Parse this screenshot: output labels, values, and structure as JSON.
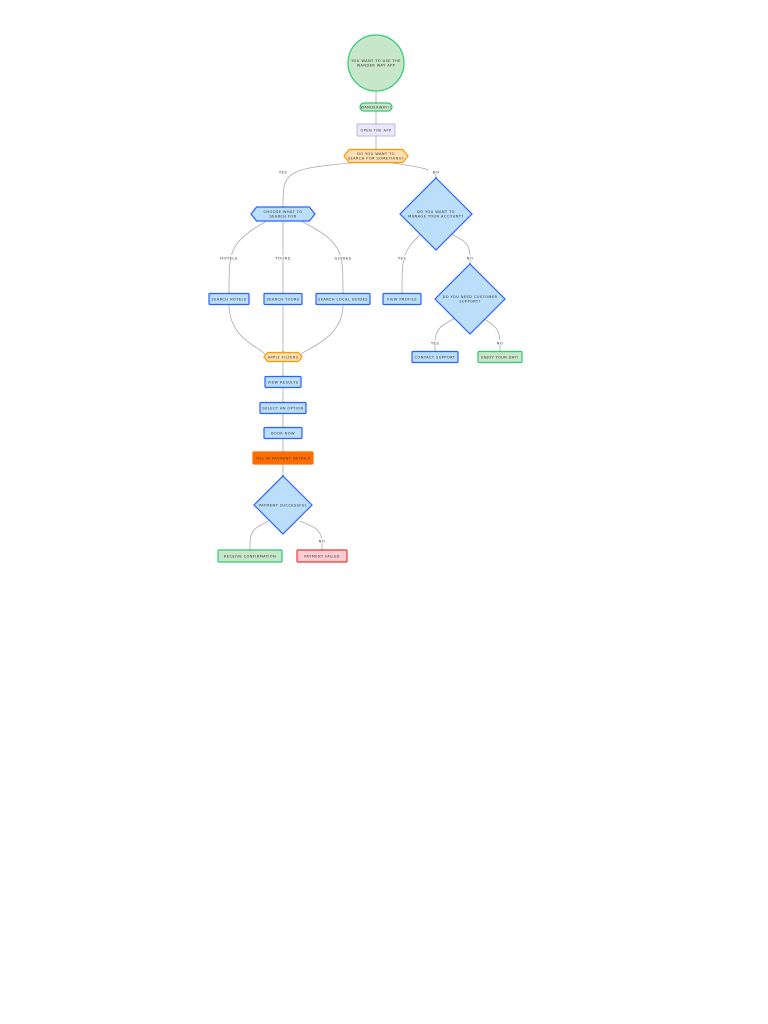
{
  "colors": {
    "green_fill": "#c8e6c9",
    "green_stroke": "#2ecc71",
    "lavender_fill": "#ece8fc",
    "lavender_stroke": "#c9c0f0",
    "orange_fill": "#ffe0b2",
    "orange_stroke": "#ff9800",
    "blue_fill": "#bbdefb",
    "blue_stroke": "#2962ff",
    "deep_orange": "#ff6d00",
    "red_fill": "#ffcdd2",
    "red_stroke": "#e53935",
    "edge": "#aaaaaa"
  },
  "nodes": {
    "start": {
      "lines": [
        "YOU WANT TO USE THE",
        "WANDER WAY APP"
      ],
      "shape": "circle"
    },
    "wanderway": {
      "lines": [
        "WANDERWAY!!"
      ],
      "shape": "pill"
    },
    "open": {
      "lines": [
        "OPEN THE APP"
      ],
      "shape": "rect"
    },
    "search_q": {
      "lines": [
        "DO YOU WANT TO",
        "SEARCH FOR SOMETHING?"
      ],
      "shape": "hexagon"
    },
    "choose": {
      "lines": [
        "CHOOSE WHAT TO",
        "SEARCH FOR"
      ],
      "shape": "hexagon"
    },
    "manage_q": {
      "lines": [
        "DO YOU WANT TO",
        "MANAGE YOUR ACCOUNT?"
      ],
      "shape": "diamond"
    },
    "hotels": {
      "lines": [
        "SEARCH HOTELS"
      ],
      "shape": "rect"
    },
    "tours": {
      "lines": [
        "SEARCH TOURS"
      ],
      "shape": "rect"
    },
    "guides": {
      "lines": [
        "SEARCH LOCAL GUIDES"
      ],
      "shape": "rect"
    },
    "profile": {
      "lines": [
        "VIEW PROFILE"
      ],
      "shape": "rect"
    },
    "support_q": {
      "lines": [
        "DO YOU NEED CUSTOMER",
        "SUPPORT?"
      ],
      "shape": "diamond"
    },
    "contact": {
      "lines": [
        "CONTACT SUPPORT"
      ],
      "shape": "rect"
    },
    "enjoy": {
      "lines": [
        "ENJOY YOUR DAY!"
      ],
      "shape": "rect"
    },
    "filters": {
      "lines": [
        "APPLY FILTERS"
      ],
      "shape": "hexagon"
    },
    "results": {
      "lines": [
        "VIEW RESULTS"
      ],
      "shape": "rect"
    },
    "select": {
      "lines": [
        "SELECT AN OPTION"
      ],
      "shape": "rect"
    },
    "book": {
      "lines": [
        "BOOK NOW"
      ],
      "shape": "rect"
    },
    "payment": {
      "lines": [
        "FILL IN PAYMENT DETAILS"
      ],
      "shape": "rect"
    },
    "pay_q": {
      "lines": [
        "PAYMENT SUCCESSFUL"
      ],
      "shape": "diamond"
    },
    "confirm": {
      "lines": [
        "RECEIVE CONFIRMATION"
      ],
      "shape": "rect"
    },
    "failed": {
      "lines": [
        "PAYMENT FAILED"
      ],
      "shape": "rect"
    }
  },
  "edges": [
    {
      "from": "start",
      "to": "wanderway",
      "label": ""
    },
    {
      "from": "wanderway",
      "to": "open",
      "label": ""
    },
    {
      "from": "open",
      "to": "search_q",
      "label": ""
    },
    {
      "from": "search_q",
      "to": "choose",
      "label": "YES"
    },
    {
      "from": "search_q",
      "to": "manage_q",
      "label": "NO"
    },
    {
      "from": "choose",
      "to": "hotels",
      "label": "HOTELS"
    },
    {
      "from": "choose",
      "to": "tours",
      "label": "TOURS"
    },
    {
      "from": "choose",
      "to": "guides",
      "label": "GUIDES"
    },
    {
      "from": "manage_q",
      "to": "profile",
      "label": "YES"
    },
    {
      "from": "manage_q",
      "to": "support_q",
      "label": "NO"
    },
    {
      "from": "support_q",
      "to": "contact",
      "label": "YES"
    },
    {
      "from": "support_q",
      "to": "enjoy",
      "label": "NO"
    },
    {
      "from": "hotels",
      "to": "filters",
      "label": ""
    },
    {
      "from": "tours",
      "to": "filters",
      "label": ""
    },
    {
      "from": "guides",
      "to": "filters",
      "label": ""
    },
    {
      "from": "filters",
      "to": "results",
      "label": ""
    },
    {
      "from": "results",
      "to": "select",
      "label": ""
    },
    {
      "from": "select",
      "to": "book",
      "label": ""
    },
    {
      "from": "book",
      "to": "payment",
      "label": ""
    },
    {
      "from": "payment",
      "to": "pay_q",
      "label": ""
    },
    {
      "from": "pay_q",
      "to": "confirm",
      "label": ""
    },
    {
      "from": "pay_q",
      "to": "failed",
      "label": "NO"
    }
  ]
}
